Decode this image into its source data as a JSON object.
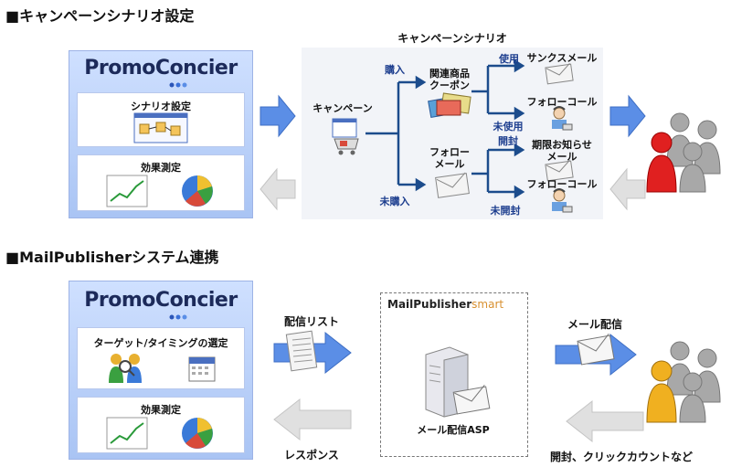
{
  "sections": {
    "campaign_title": "■キャンペーンシナリオ設定",
    "mailpublisher_title": "■MailPublisherシステム連携"
  },
  "promo": {
    "logo": "PromoConcier",
    "scenario_setting": "シナリオ設定",
    "effect_measure": "効果測定",
    "target_timing": "ターゲット/タイミングの選定",
    "effect_measure2": "効果測定"
  },
  "scenario": {
    "title": "キャンペーンシナリオ",
    "campaign": "キャンペーン",
    "purchase": "購入",
    "no_purchase": "未購入",
    "related_coupon_l1": "関連商品",
    "related_coupon_l2": "クーポン",
    "follow_mail_l1": "フォロー",
    "follow_mail_l2": "メール",
    "use": "使用",
    "unused": "未使用",
    "opened": "開封",
    "unopened": "未開封",
    "thanks_mail": "サンクスメール",
    "follow_call1": "フォローコール",
    "expiry_l1": "期限お知らせ",
    "expiry_l2": "メール",
    "follow_call2": "フォローコール"
  },
  "mp": {
    "logo_main": "MailPublisher",
    "logo_sub": "smart",
    "asp": "メール配信ASP",
    "delivery_list": "配信リスト",
    "response": "レスポンス",
    "mail_delivery": "メール配信",
    "open_click": "開封、クリックカウントなど"
  },
  "colors": {
    "arrow_blue": "#5b8ee6",
    "arrow_gray": "#d4d4d4",
    "flow_line": "#1c4c8c",
    "panel_blue": "#b8cdf5"
  }
}
